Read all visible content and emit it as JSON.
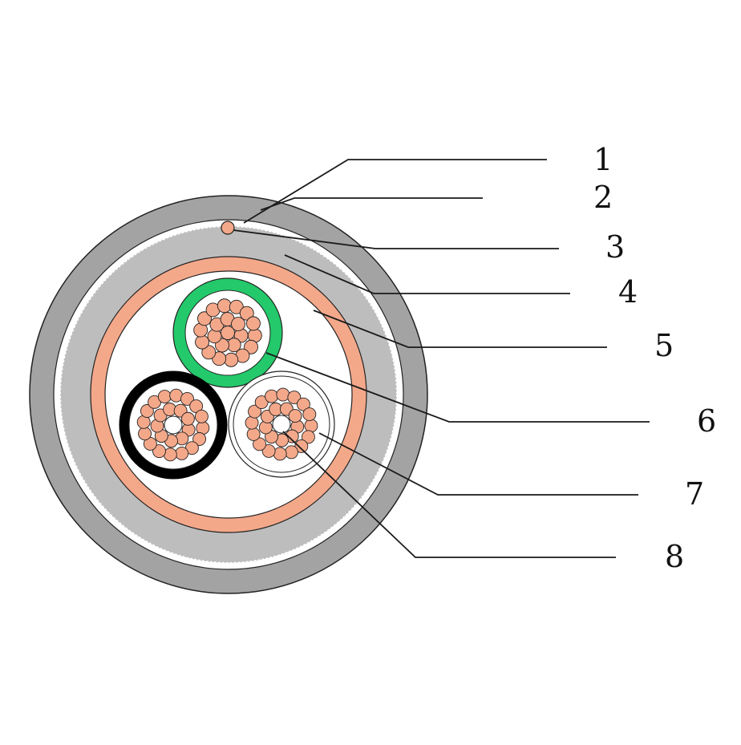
{
  "colors": {
    "outer_sheath": "#a3a3a3",
    "inner_layer": "#bdbdbd",
    "copper": "#f4a88a",
    "green_insulation": "#23c96a",
    "black_insulation": "#000000",
    "leader_line": "#1a1a1a",
    "outline": "#222222"
  },
  "callouts": [
    {
      "label": "1"
    },
    {
      "label": "2"
    },
    {
      "label": "3"
    },
    {
      "label": "4"
    },
    {
      "label": "5"
    },
    {
      "label": "6"
    },
    {
      "label": "7"
    },
    {
      "label": "8"
    }
  ]
}
